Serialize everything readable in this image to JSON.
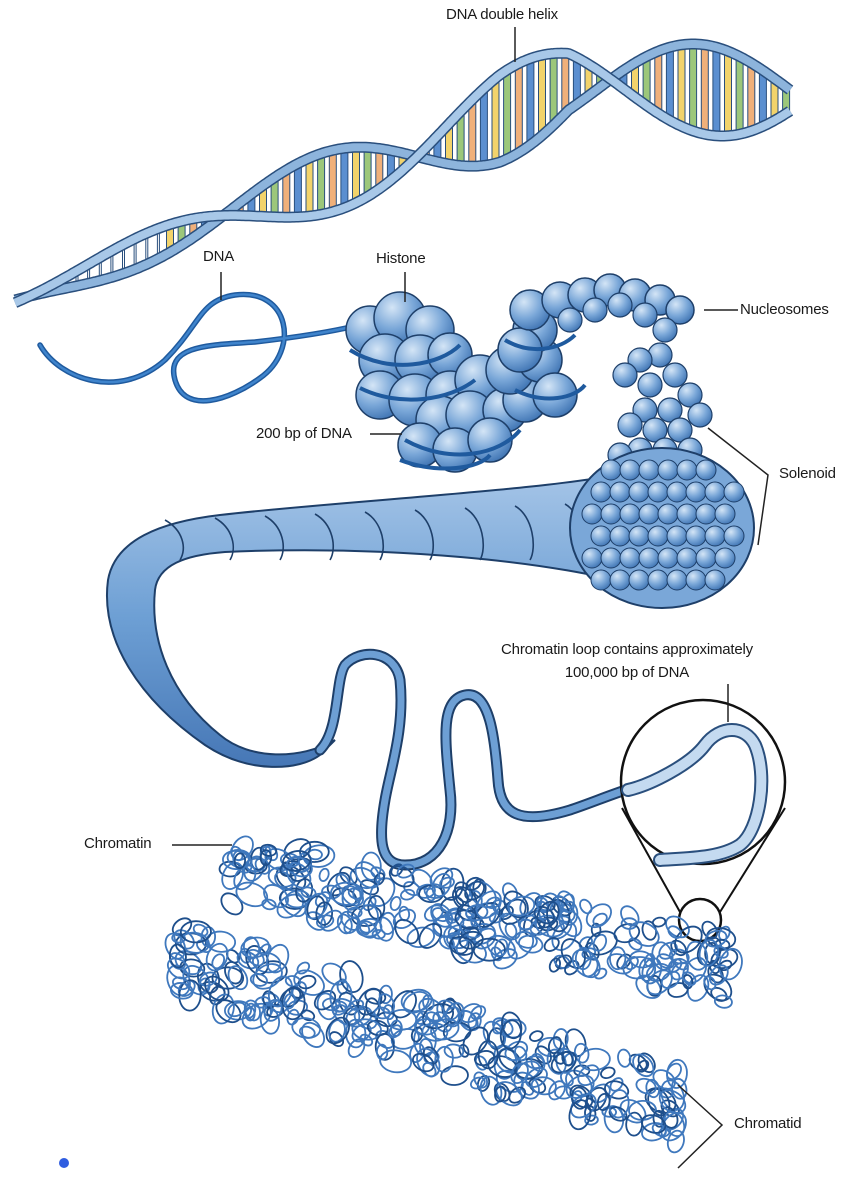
{
  "labels": {
    "dna_double_helix": "DNA double helix",
    "dna": "DNA",
    "histone": "Histone",
    "nucleosomes": "Nucleosomes",
    "bp200": "200 bp of DNA",
    "solenoid": "Solenoid",
    "loop_line1": "Chromatin loop contains approximately",
    "loop_line2": "100,000 bp of DNA",
    "chromatin": "Chromatin",
    "chromatid": "Chromatid"
  },
  "colors": {
    "helix_backbone": "#6f9fcf",
    "base_blue": "#5b8fd0",
    "base_yellow": "#f2d36b",
    "base_green": "#9cc77a",
    "base_orange": "#f0b07a",
    "histone_blue": "#7aa7d8",
    "dna_strand": "#2e6fb8",
    "fiber": "#5d94cf",
    "loop_light": "#b9d3ec",
    "marker_dot": "#2f5de0"
  },
  "icons": {
    "helix": "dna-helix-icon",
    "nucleosome": "nucleosome-bead-icon"
  }
}
